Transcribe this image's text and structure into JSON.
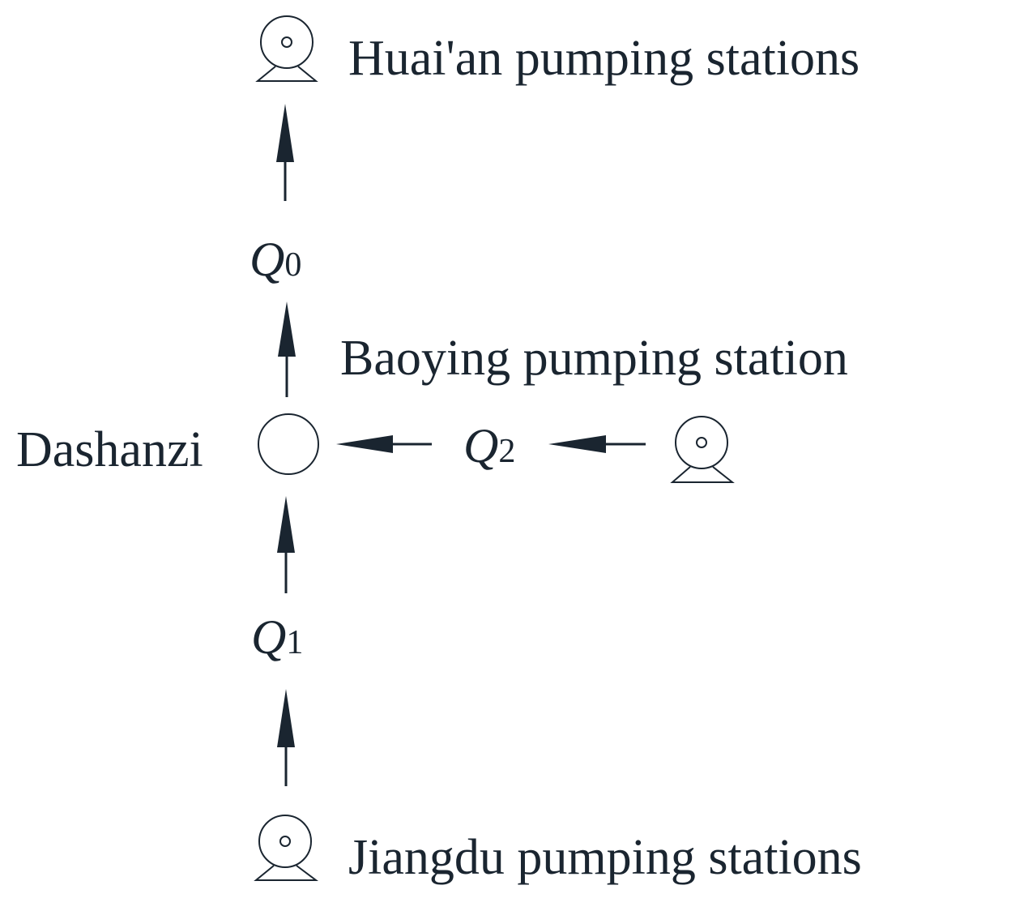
{
  "labels": {
    "huaian": "Huai'an pumping stations",
    "baoying": "Baoying pumping station",
    "dashanzi": "Dashanzi",
    "jiangdu": "Jiangdu pumping stations"
  },
  "flows": {
    "q0": {
      "symbol": "Q",
      "subscript": "0"
    },
    "q1": {
      "symbol": "Q",
      "subscript": "1"
    },
    "q2": {
      "symbol": "Q",
      "subscript": "2"
    }
  },
  "icons": {
    "pump": "pump-station-icon",
    "node": "junction-circle-icon"
  },
  "colors": {
    "ink": "#1a2530"
  }
}
